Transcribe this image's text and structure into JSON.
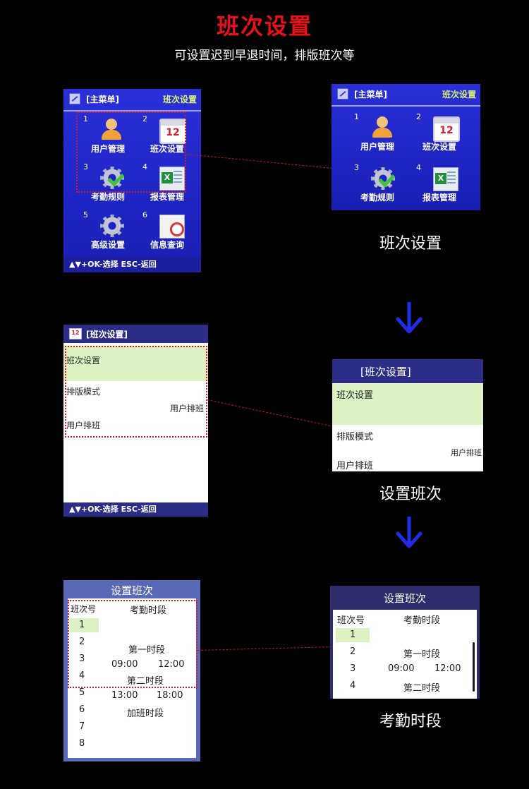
{
  "page": {
    "title": "班次设置",
    "subtitle": "可设置迟到早退时间，排版班次等"
  },
  "captions": {
    "step1": "班次设置",
    "step2": "设置班次",
    "step3": "考勤时段"
  },
  "main_menu": {
    "header_title": "[主菜单]",
    "header_right": "班次设置",
    "items": [
      {
        "num": "1",
        "label": "用户管理",
        "icon": "users-icon"
      },
      {
        "num": "2",
        "label": "班次设置",
        "icon": "calendar-icon"
      },
      {
        "num": "3",
        "label": "考勤规则",
        "icon": "gear-check-icon"
      },
      {
        "num": "4",
        "label": "报表管理",
        "icon": "spreadsheet-icon"
      },
      {
        "num": "5",
        "label": "高级设置",
        "icon": "gear-icon"
      },
      {
        "num": "6",
        "label": "信息查询",
        "icon": "search-doc-icon"
      }
    ],
    "footer": "▲▼+OK-选择  ESC-返回"
  },
  "shift_menu": {
    "header_title": "[班次设置]",
    "row1": "班次设置",
    "row2_label": "排版模式",
    "row2_value": "用户排班",
    "row3": "用户排班",
    "footer": "▲▼+OK-选择  ESC-返回"
  },
  "period_screen": {
    "title_small": "设置班次",
    "title_large": "设置班次",
    "col_no": "班次号",
    "col_period": "考勤时段",
    "numbers": [
      "1",
      "2",
      "3",
      "4",
      "5",
      "6",
      "7",
      "8"
    ],
    "first_period": "第一时段",
    "first_start": "09:00",
    "first_end": "12:00",
    "second_period": "第二时段",
    "second_start": "13:00",
    "second_end": "18:00",
    "overtime": "加班时段"
  },
  "colors": {
    "title_red": "#e8101a",
    "menu_blue": "#2a2fd8",
    "highlight_green": "#ddf2c3",
    "arrow_blue": "#1f2ee6"
  }
}
